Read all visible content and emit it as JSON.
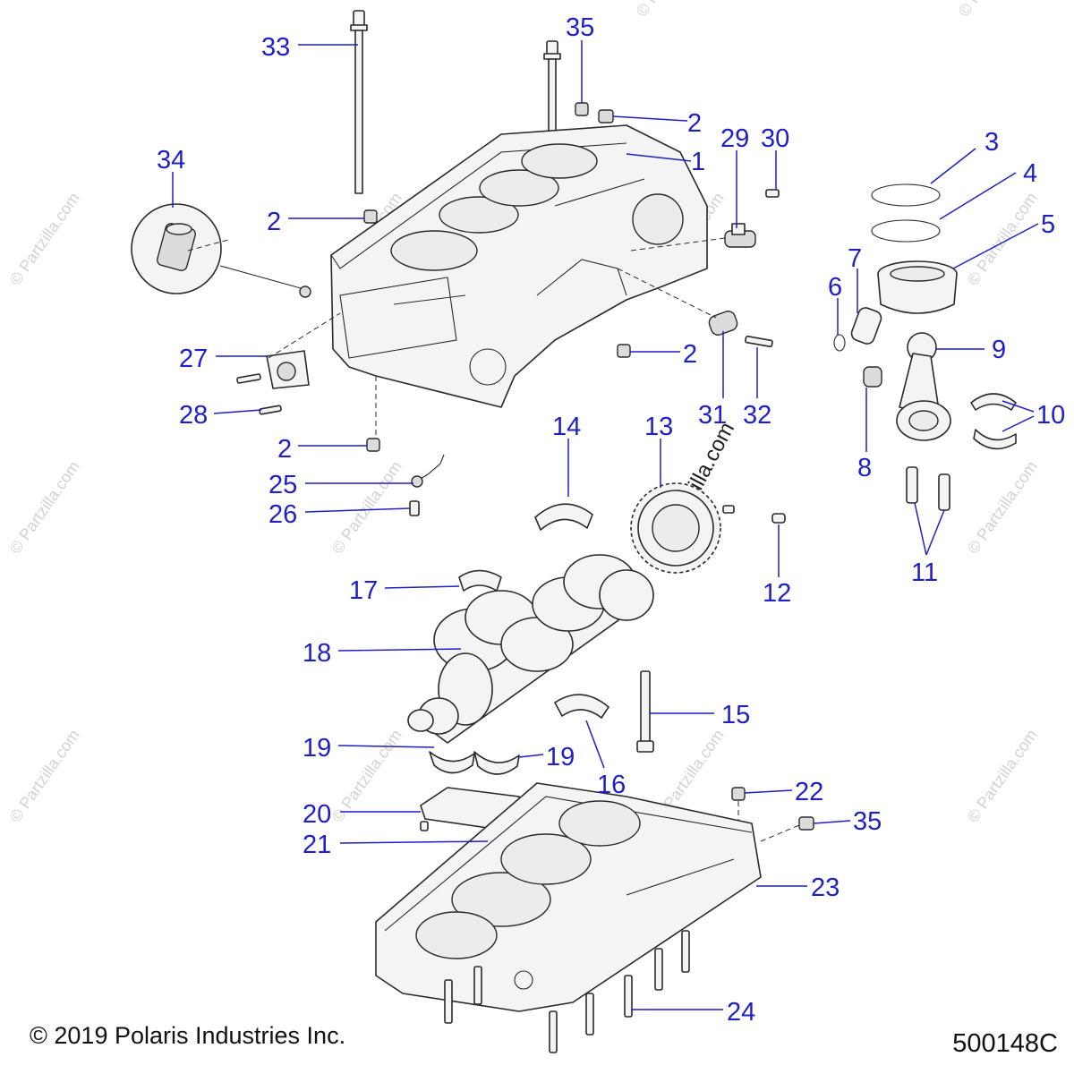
{
  "diagram": {
    "callouts": [
      {
        "id": "33",
        "text": "33"
      },
      {
        "id": "35a",
        "text": "35"
      },
      {
        "id": "2a",
        "text": "2"
      },
      {
        "id": "1",
        "text": "1"
      },
      {
        "id": "29",
        "text": "29"
      },
      {
        "id": "30",
        "text": "30"
      },
      {
        "id": "34",
        "text": "34"
      },
      {
        "id": "2b",
        "text": "2"
      },
      {
        "id": "3",
        "text": "3"
      },
      {
        "id": "4",
        "text": "4"
      },
      {
        "id": "5",
        "text": "5"
      },
      {
        "id": "7",
        "text": "7"
      },
      {
        "id": "6",
        "text": "6"
      },
      {
        "id": "27",
        "text": "27"
      },
      {
        "id": "2c",
        "text": "2"
      },
      {
        "id": "9",
        "text": "9"
      },
      {
        "id": "10",
        "text": "10"
      },
      {
        "id": "28",
        "text": "28"
      },
      {
        "id": "31",
        "text": "31"
      },
      {
        "id": "32",
        "text": "32"
      },
      {
        "id": "14",
        "text": "14"
      },
      {
        "id": "13",
        "text": "13"
      },
      {
        "id": "2d",
        "text": "2"
      },
      {
        "id": "8",
        "text": "8"
      },
      {
        "id": "25",
        "text": "25"
      },
      {
        "id": "26",
        "text": "26"
      },
      {
        "id": "11",
        "text": "11"
      },
      {
        "id": "17",
        "text": "17"
      },
      {
        "id": "12",
        "text": "12"
      },
      {
        "id": "18",
        "text": "18"
      },
      {
        "id": "15",
        "text": "15"
      },
      {
        "id": "19a",
        "text": "19"
      },
      {
        "id": "19b",
        "text": "19"
      },
      {
        "id": "16",
        "text": "16"
      },
      {
        "id": "22",
        "text": "22"
      },
      {
        "id": "20",
        "text": "20"
      },
      {
        "id": "35b",
        "text": "35"
      },
      {
        "id": "21",
        "text": "21"
      },
      {
        "id": "23",
        "text": "23"
      },
      {
        "id": "24",
        "text": "24"
      }
    ],
    "watermark": "© Partzilla.com",
    "callout_color": "#1f1fc7"
  },
  "footer": {
    "copyright": "© 2019 Polaris Industries Inc.",
    "diagram_code": "500148C"
  }
}
